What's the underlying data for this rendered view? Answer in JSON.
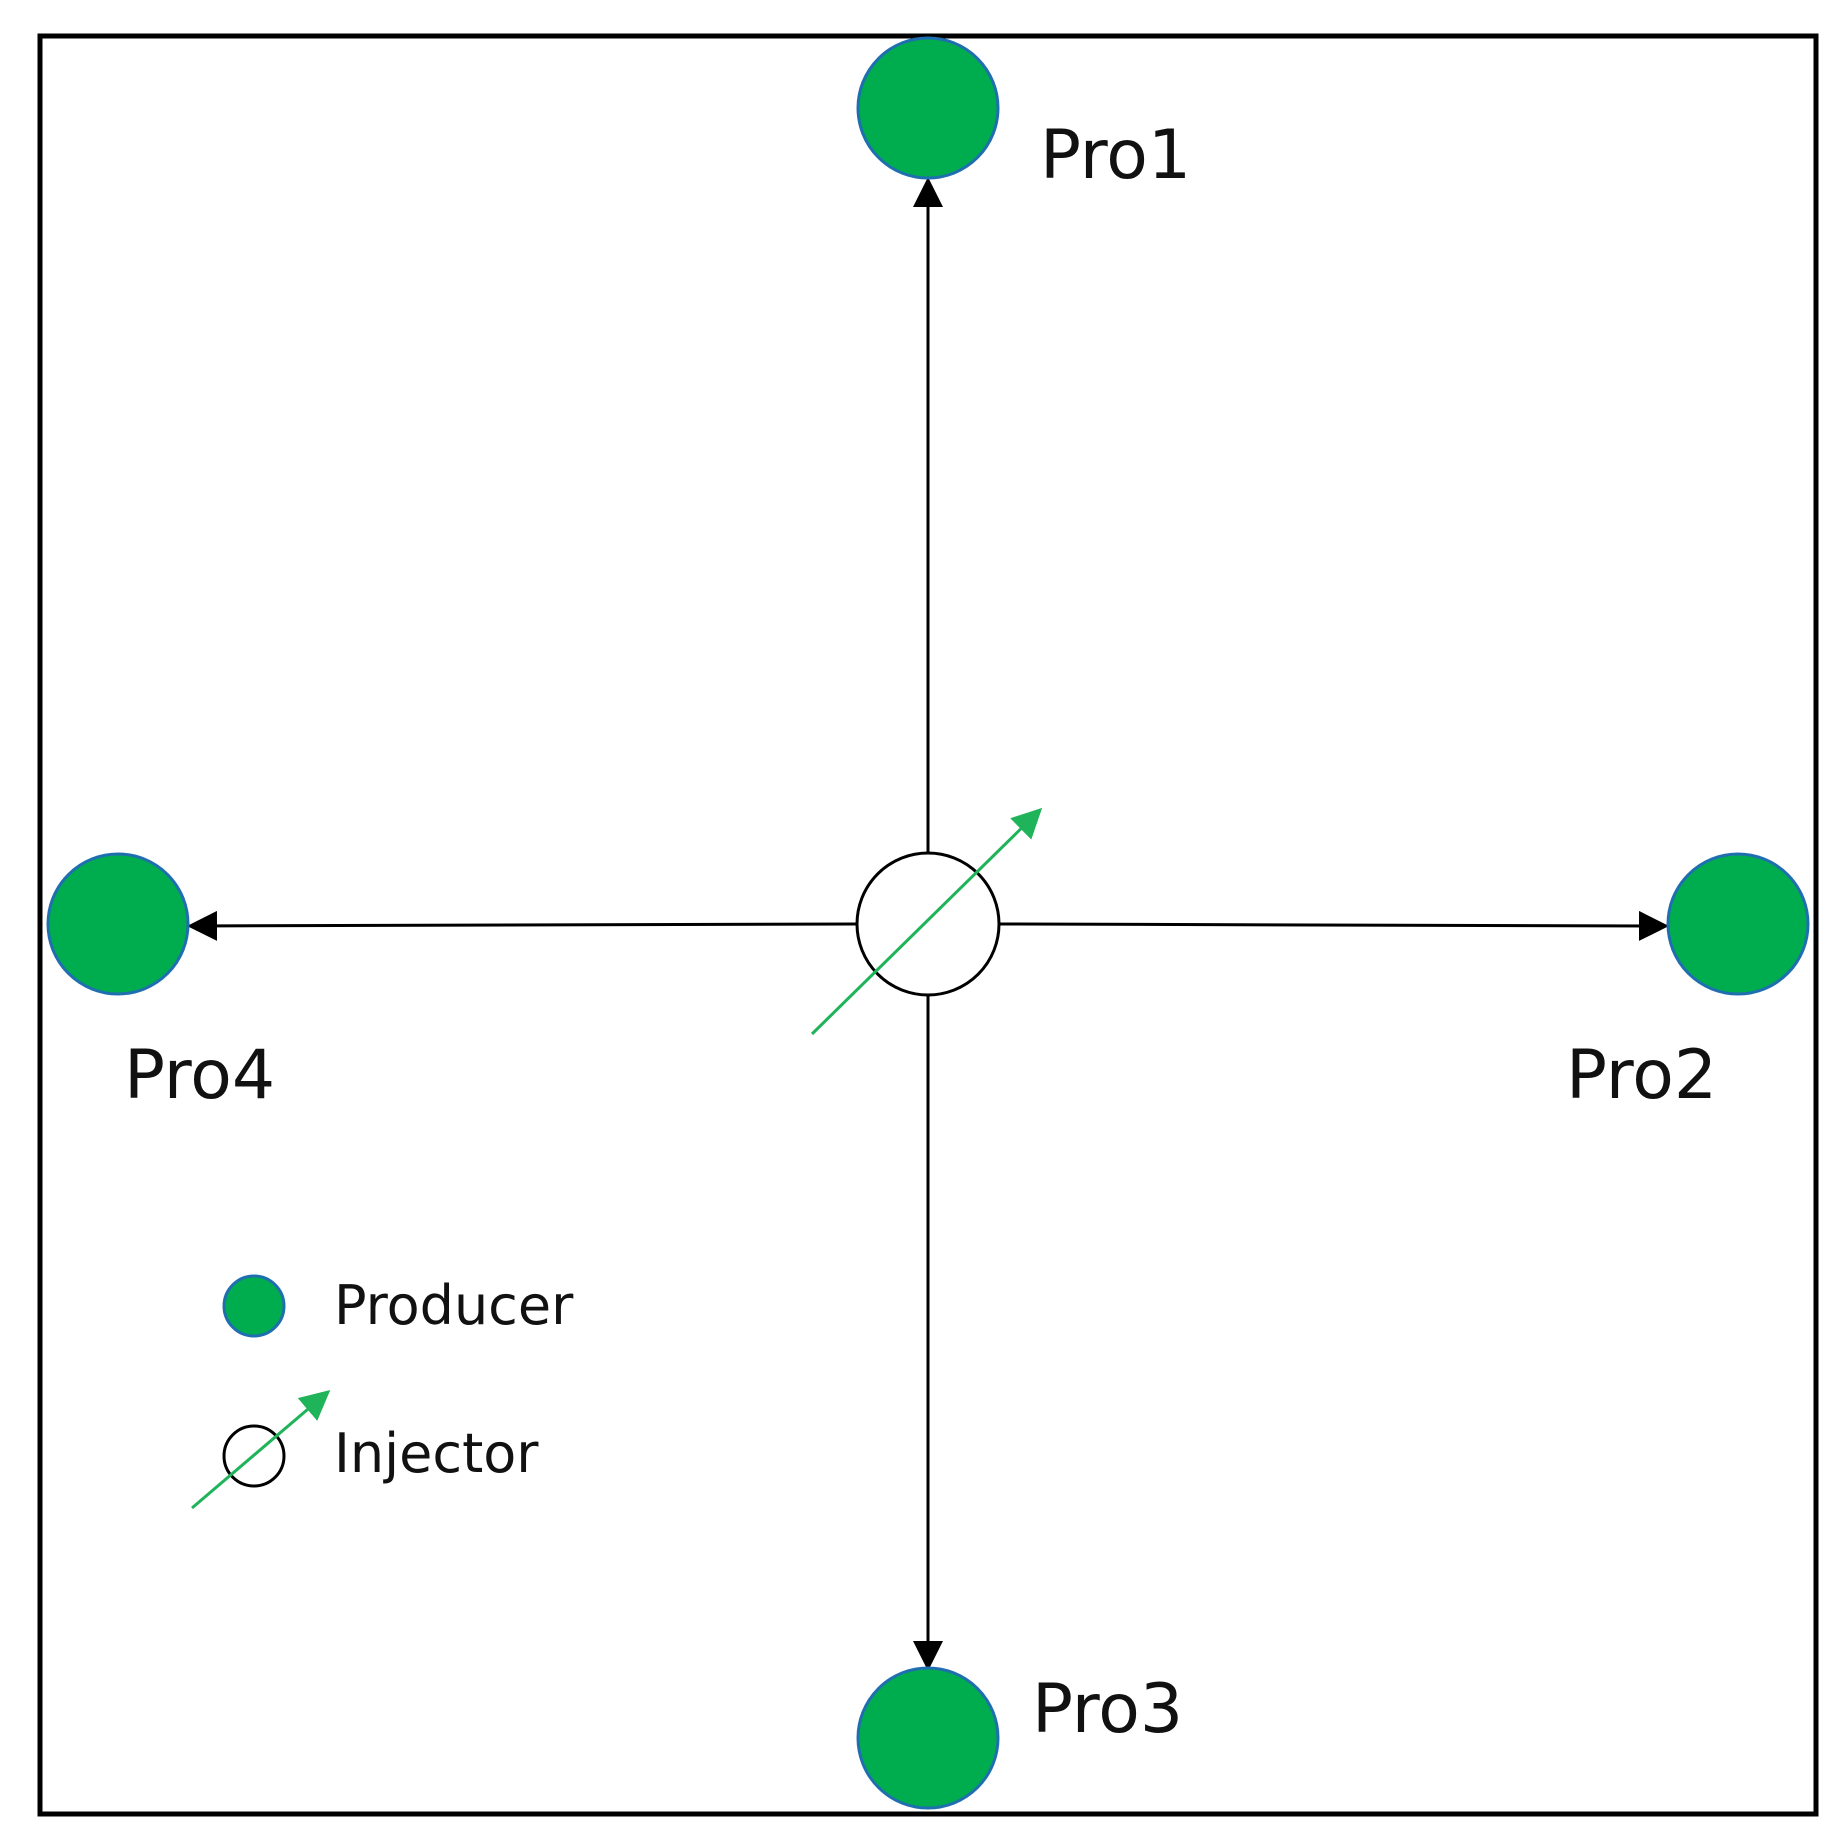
{
  "colors": {
    "producer_fill": "#00ad4e",
    "producer_stroke": "#1f6fb0",
    "injector_arrow": "#1fb35a",
    "flow_arrow": "#000000",
    "frame": "#000000"
  },
  "wells": {
    "pro1": {
      "label": "Pro1"
    },
    "pro2": {
      "label": "Pro2"
    },
    "pro3": {
      "label": "Pro3"
    },
    "pro4": {
      "label": "Pro4"
    }
  },
  "legend": {
    "producer_label": "Producer",
    "injector_label": "Injector"
  }
}
